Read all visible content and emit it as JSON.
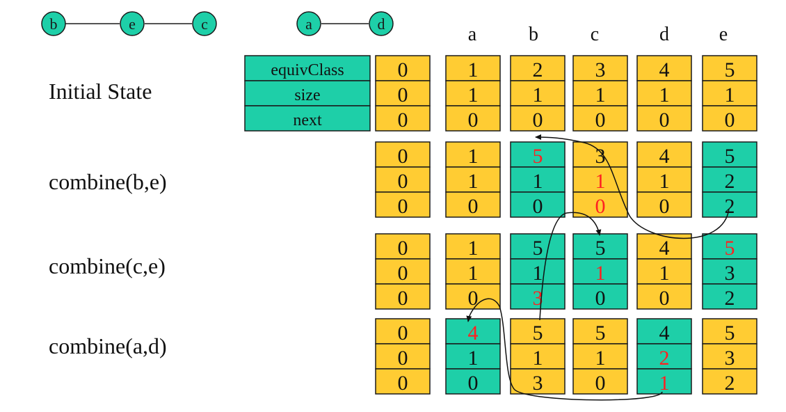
{
  "colors": {
    "yellow": "#FFCC33",
    "teal": "#1ECFA8",
    "black_text": "#111111",
    "red_text": "#FF2020"
  },
  "graph": {
    "nodes": [
      "b",
      "e",
      "c",
      "a",
      "d"
    ],
    "edges": [
      [
        "b",
        "e"
      ],
      [
        "e",
        "c"
      ],
      [
        "a",
        "d"
      ]
    ]
  },
  "columns": [
    "a",
    "b",
    "c",
    "d",
    "e"
  ],
  "fields": [
    "equivClass",
    "size",
    "next"
  ],
  "states": [
    {
      "label": "Initial State",
      "cells": [
        {
          "vals": [
            "0",
            "0",
            "0"
          ],
          "color": "yellow",
          "red": [
            false,
            false,
            false
          ]
        },
        {
          "vals": [
            "1",
            "1",
            "0"
          ],
          "color": "yellow",
          "red": [
            false,
            false,
            false
          ]
        },
        {
          "vals": [
            "2",
            "1",
            "0"
          ],
          "color": "yellow",
          "red": [
            false,
            false,
            false
          ]
        },
        {
          "vals": [
            "3",
            "1",
            "0"
          ],
          "color": "yellow",
          "red": [
            false,
            false,
            false
          ]
        },
        {
          "vals": [
            "4",
            "1",
            "0"
          ],
          "color": "yellow",
          "red": [
            false,
            false,
            false
          ]
        },
        {
          "vals": [
            "5",
            "1",
            "0"
          ],
          "color": "yellow",
          "red": [
            false,
            false,
            false
          ]
        }
      ]
    },
    {
      "label": "combine(b,e)",
      "cells": [
        {
          "vals": [
            "0",
            "0",
            "0"
          ],
          "color": "yellow",
          "red": [
            false,
            false,
            false
          ]
        },
        {
          "vals": [
            "1",
            "1",
            "0"
          ],
          "color": "yellow",
          "red": [
            false,
            false,
            false
          ]
        },
        {
          "vals": [
            "5",
            "1",
            "0"
          ],
          "color": "teal",
          "red": [
            true,
            false,
            false
          ]
        },
        {
          "vals": [
            "3",
            "1",
            "0"
          ],
          "color": "yellow",
          "red": [
            false,
            true,
            true
          ]
        },
        {
          "vals": [
            "4",
            "1",
            "0"
          ],
          "color": "yellow",
          "red": [
            false,
            false,
            false
          ]
        },
        {
          "vals": [
            "5",
            "2",
            "2"
          ],
          "color": "teal",
          "red": [
            false,
            false,
            false
          ]
        }
      ]
    },
    {
      "label": "combine(c,e)",
      "cells": [
        {
          "vals": [
            "0",
            "0",
            "0"
          ],
          "color": "yellow",
          "red": [
            false,
            false,
            false
          ]
        },
        {
          "vals": [
            "1",
            "1",
            "0"
          ],
          "color": "yellow",
          "red": [
            false,
            false,
            false
          ]
        },
        {
          "vals": [
            "5",
            "1",
            "3"
          ],
          "color": "teal",
          "red": [
            false,
            false,
            true
          ]
        },
        {
          "vals": [
            "5",
            "1",
            "0"
          ],
          "color": "teal",
          "red": [
            false,
            true,
            false
          ]
        },
        {
          "vals": [
            "4",
            "1",
            "0"
          ],
          "color": "yellow",
          "red": [
            false,
            false,
            false
          ]
        },
        {
          "vals": [
            "5",
            "3",
            "2"
          ],
          "color": "teal",
          "red": [
            true,
            false,
            false
          ]
        }
      ]
    },
    {
      "label": "combine(a,d)",
      "cells": [
        {
          "vals": [
            "0",
            "0",
            "0"
          ],
          "color": "yellow",
          "red": [
            false,
            false,
            false
          ]
        },
        {
          "vals": [
            "4",
            "1",
            "0"
          ],
          "color": "teal",
          "red": [
            true,
            false,
            false
          ]
        },
        {
          "vals": [
            "5",
            "1",
            "3"
          ],
          "color": "yellow",
          "red": [
            false,
            false,
            false
          ]
        },
        {
          "vals": [
            "5",
            "1",
            "0"
          ],
          "color": "yellow",
          "red": [
            false,
            false,
            false
          ]
        },
        {
          "vals": [
            "4",
            "2",
            "1"
          ],
          "color": "teal",
          "red": [
            false,
            true,
            true
          ]
        },
        {
          "vals": [
            "5",
            "3",
            "2"
          ],
          "color": "yellow",
          "red": [
            false,
            false,
            false
          ]
        }
      ]
    }
  ]
}
